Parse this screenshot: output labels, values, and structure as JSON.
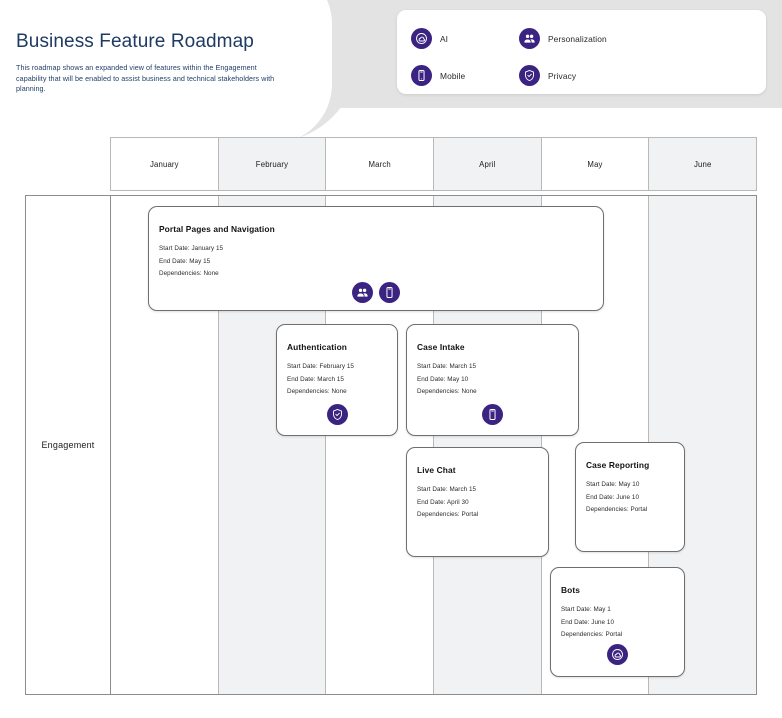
{
  "header": {
    "title": "Business Feature Roadmap",
    "subtitle": "This roadmap shows  an expanded view of features within the Engagement capability that will be enabled to assist business and technical stakeholders with planning."
  },
  "colors": {
    "icon_purple": "#3b2382",
    "title_navy": "#1f3a63",
    "panel_gray": "#e3e3e3",
    "column_shade": "#f0f2f3",
    "grid_border": "#8d8d8d"
  },
  "legend": {
    "items": [
      {
        "label": "AI",
        "icon": "ai-cloud-icon"
      },
      {
        "label": "Personalization",
        "icon": "personalization-people-icon"
      },
      {
        "label": "Mobile",
        "icon": "mobile-phone-icon"
      },
      {
        "label": "Privacy",
        "icon": "privacy-shield-check-icon"
      }
    ]
  },
  "timeline": {
    "months": [
      {
        "label": "January",
        "shaded": false
      },
      {
        "label": "February",
        "shaded": true
      },
      {
        "label": "March",
        "shaded": false
      },
      {
        "label": "April",
        "shaded": true
      },
      {
        "label": "May",
        "shaded": false
      },
      {
        "label": "June",
        "shaded": true
      }
    ]
  },
  "swimlane": {
    "label": "Engagement"
  },
  "labels": {
    "start_date": "Start Date:",
    "end_date": "End Date:",
    "dependencies": "Dependencies:"
  },
  "cards": [
    {
      "title": "Portal Pages and Navigation",
      "start_date": "Start Date: January 15",
      "end_date": "End Date: May 15",
      "dependencies": "Dependencies:  None",
      "icons": [
        "personalization-people-icon",
        "mobile-phone-icon"
      ]
    },
    {
      "title": "Authentication",
      "start_date": "Start Date: February 15",
      "end_date": "End Date: March 15",
      "dependencies": "Dependencies: None",
      "icons": [
        "privacy-shield-check-icon"
      ]
    },
    {
      "title": "Case Intake",
      "start_date": "Start Date: March 15",
      "end_date": "End Date: May 10",
      "dependencies": "Dependencies: None",
      "icons": [
        "mobile-phone-icon"
      ]
    },
    {
      "title": "Live Chat",
      "start_date": "Start Date: March 15",
      "end_date": "End Date:  April 30",
      "dependencies": "Dependencies: Portal",
      "icons": []
    },
    {
      "title": "Case Reporting",
      "start_date": "Start Date: May 10",
      "end_date": "End Date:  June 10",
      "dependencies": "Dependencies: Portal",
      "icons": []
    },
    {
      "title": "Bots",
      "start_date": "Start Date:  May 1",
      "end_date": "End Date: June 10",
      "dependencies": "Dependencies: Portal",
      "icons": [
        "ai-cloud-icon"
      ]
    }
  ]
}
